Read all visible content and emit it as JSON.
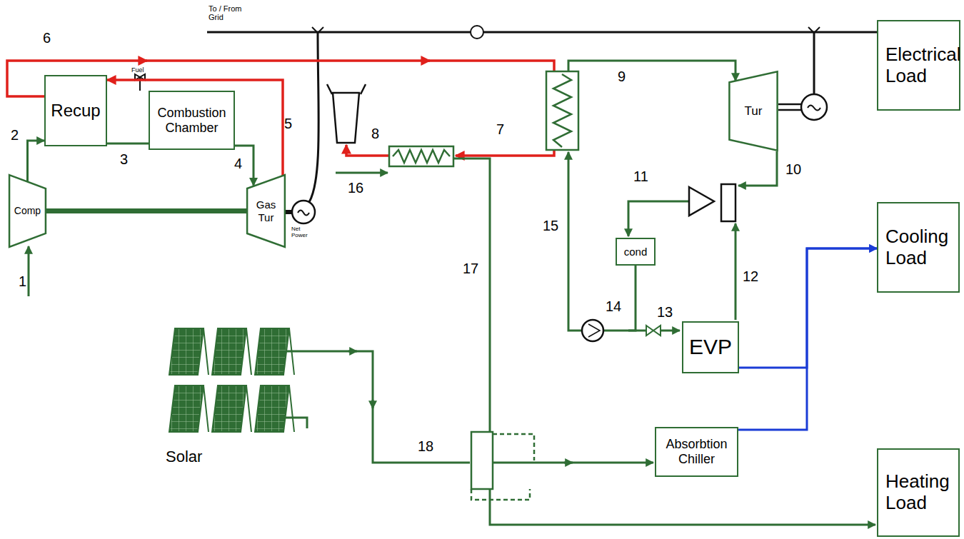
{
  "diagram": {
    "nodes": [
      {
        "text": [
          "Recup"
        ]
      },
      {
        "text": [
          "Combustion Chamber"
        ]
      },
      {
        "text": [
          "Comp"
        ]
      },
      {
        "text": [
          "Gas Tur"
        ]
      },
      {
        "text": [
          "Tur"
        ]
      },
      {
        "text": [
          "cond"
        ]
      },
      {
        "text": [
          "EVP"
        ]
      },
      {
        "text": [
          "Electrical Load"
        ]
      },
      {
        "text": [
          "Cooling Load"
        ]
      },
      {
        "text": [
          "Absorbtion Chiller"
        ]
      },
      {
        "text": [
          "Heating Load"
        ]
      }
    ],
    "edges": [
      {
        "from": 2,
        "to": 0,
        "arrow": "to"
      },
      {
        "from": 0,
        "to": 1,
        "arrow": "none"
      },
      {
        "from": 1,
        "to": 3,
        "arrow": "to"
      },
      {
        "from": 3,
        "to": 0,
        "arrow": "to"
      },
      {
        "from": 3,
        "to": 2,
        "arrow": "none"
      },
      {
        "from": 6,
        "to": 8,
        "arrow": "to"
      },
      {
        "from": 9,
        "to": 8,
        "arrow": "to"
      }
    ],
    "labels": [
      "To / From Grid",
      "6",
      "Fuel",
      "2",
      "1",
      "3",
      "4",
      "5",
      "Net Power",
      "8",
      "7",
      "9",
      "16",
      "15",
      "17",
      "11",
      "10",
      "12",
      "13",
      "14",
      "Solar",
      "18"
    ]
  }
}
